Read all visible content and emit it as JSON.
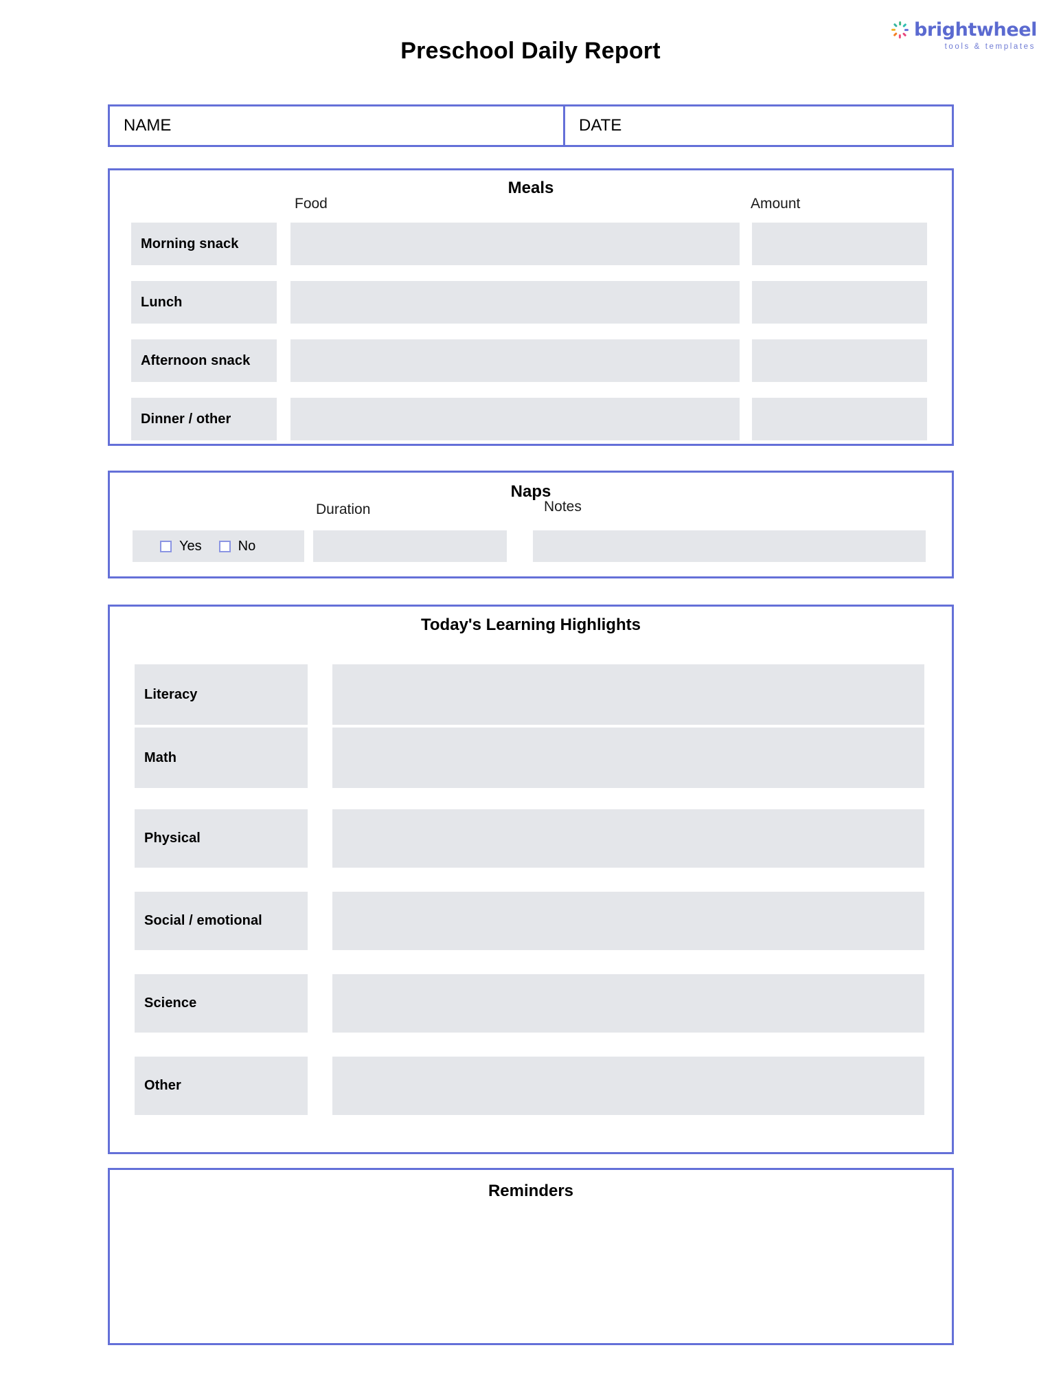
{
  "brand": {
    "name": "brightwheel",
    "tagline": "tools & templates",
    "mark_icon": "brightwheel-pinwheel-icon",
    "word_color": "#5b6ad0",
    "tagline_color": "#6f7bd4",
    "mark_colors": [
      "#f0b429",
      "#41b883",
      "#2fbfb0",
      "#ef4e7b",
      "#f48024",
      "#6470d8",
      "#e8457c",
      "#35b5a0"
    ]
  },
  "document": {
    "title": "Preschool Daily Report",
    "accent_color": "#6470d8",
    "field_fill_color": "#e4e6ea"
  },
  "header_fields": {
    "name_label": "NAME",
    "name_value": "",
    "date_label": "DATE",
    "date_value": ""
  },
  "meals": {
    "title": "Meals",
    "columns": [
      "Food",
      "Amount"
    ],
    "rows": [
      {
        "label": "Morning snack",
        "food": "",
        "amount": ""
      },
      {
        "label": "Lunch",
        "food": "",
        "amount": ""
      },
      {
        "label": "Afternoon snack",
        "food": "",
        "amount": ""
      },
      {
        "label": "Dinner / other",
        "food": "",
        "amount": ""
      }
    ]
  },
  "naps": {
    "title": "Naps",
    "columns": [
      "Duration",
      "Notes"
    ],
    "yes_label": "Yes",
    "no_label": "No",
    "yes_checked": false,
    "no_checked": false,
    "duration_value": "",
    "notes_value": ""
  },
  "learning": {
    "title": "Today's Learning Highlights",
    "rows": [
      {
        "label": "Literacy",
        "value": ""
      },
      {
        "label": "Math",
        "value": ""
      },
      {
        "label": "Physical",
        "value": ""
      },
      {
        "label": "Social / emotional",
        "value": ""
      },
      {
        "label": "Science",
        "value": ""
      },
      {
        "label": "Other",
        "value": ""
      }
    ]
  },
  "reminders": {
    "title": "Reminders",
    "value": ""
  }
}
